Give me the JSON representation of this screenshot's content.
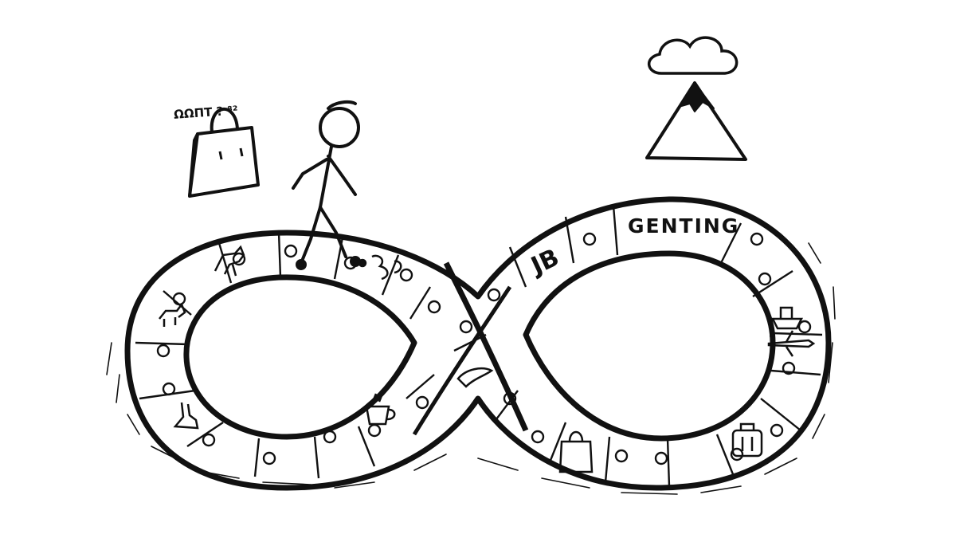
{
  "colors": {
    "ink": "#111111",
    "paper": "#ffffff"
  },
  "scene": {
    "bag_scribble": "ΩΩΠT ? ⁸²",
    "label_jb": "JB",
    "label_genting": "GENTING"
  },
  "icons": [
    "shopping-bag-icon",
    "mountain-icon",
    "cloud-icon",
    "stick-figure-icon",
    "cat-icon",
    "dog-icon",
    "cup-icon",
    "boot-icon",
    "bird-icon",
    "airplane-icon",
    "suitcase-icon",
    "ship-icon",
    "puzzle-path-icon"
  ]
}
